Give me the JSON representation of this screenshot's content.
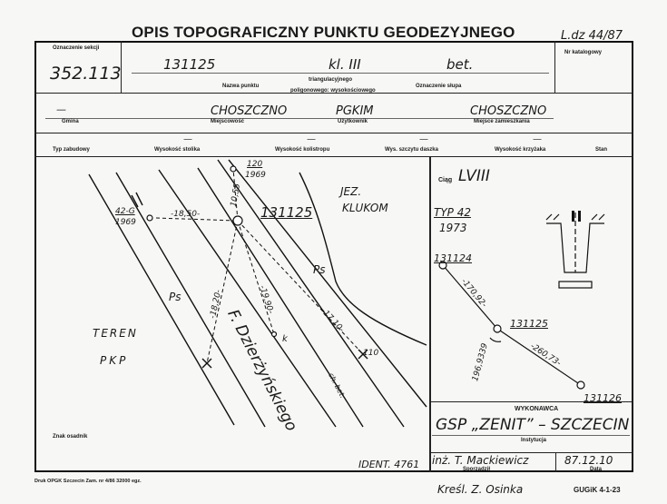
{
  "header": {
    "title": "OPIS TOPOGRAFICZNY PUNKTU GEODEZYJNEGO",
    "ref": "L.dz 44/87"
  },
  "row1": {
    "oznaczenie_label": "Oznaczenie sekcji",
    "oznaczenie_value": "352.113",
    "nazwa_value": "131125",
    "klasa_value": "kl. III",
    "slupek_value": "bet.",
    "nr_label": "Nr katalogowy",
    "nazwa_label": "Nazwa punktu",
    "triang_label": "triangulacyjnego",
    "poligon_label": "poligonowego: wysokościowego",
    "slupek_label": "Oznaczenie słupa"
  },
  "row2": {
    "gmina_value": "—",
    "gmina_label": "Gmina",
    "miejscowosc_value": "CHOSZCZNO",
    "miejscowosc_label": "Miejscowość",
    "uzytkownik_value": "PGKIM",
    "uzytkownik_label": "Użytkownik",
    "zamieszkania_value": "CHOSZCZNO",
    "zamieszkania_label": "Miejsce zamieszkania"
  },
  "row3": {
    "typ_label": "Typ zabudowy",
    "stolik_label": "Wysokość stolika",
    "kolistropu_label": "Wysokość kolistropu",
    "szczytu_label": "Wys. szczytu daszka",
    "krzyzaka_label": "Wysokość krzyżaka",
    "stan_label": "Stan",
    "dash": "—"
  },
  "sketch": {
    "jez": "JEZ.",
    "klukom": "KLUKOM",
    "point_main": "131125",
    "ps1": "Ps",
    "ps2": "Ps",
    "teren": "TEREN",
    "pkp": "PKP",
    "street": "F. Dzierżyńskiego",
    "chbet": "ch. bet.",
    "p42": "42-G",
    "p42y": "1969",
    "p120": "120",
    "p120y": "1969",
    "d1850": "-18,50-",
    "d1055": "10,55",
    "d1820": "-18,20-",
    "d1990": "-19,90-",
    "d1710": "-17,10-",
    "k": "k",
    "n110": "110",
    "znak": "Znak osadnik",
    "ident": "IDENT. 4761"
  },
  "right": {
    "ciag_label": "Ciąg",
    "ciag_value": "LVIII",
    "typ": "TYP 42",
    "typ_year": "1973",
    "p1": "131124",
    "p2": "131125",
    "p3": "131126",
    "d1": "-170,92-",
    "d2": "-260,73-",
    "angle": "196,9339",
    "wykonawca_label": "WYKONAWCA",
    "wykonawca_value": "GSP „ZENIT” – SZCZECIN",
    "instytucja_label": "Instytucja",
    "sporzadzil_value": "inż. T. Mackiewicz",
    "sporzadzil_label": "Sporządził",
    "data_value": "87.12.10",
    "data_label": "Data"
  },
  "footer": {
    "print": "Druk OPGK Szczecin Zam. nr 4/86   32000 egz.",
    "kresl": "Kreśl. Z. Osinka",
    "gugik": "GUGiK 4-1-23"
  }
}
